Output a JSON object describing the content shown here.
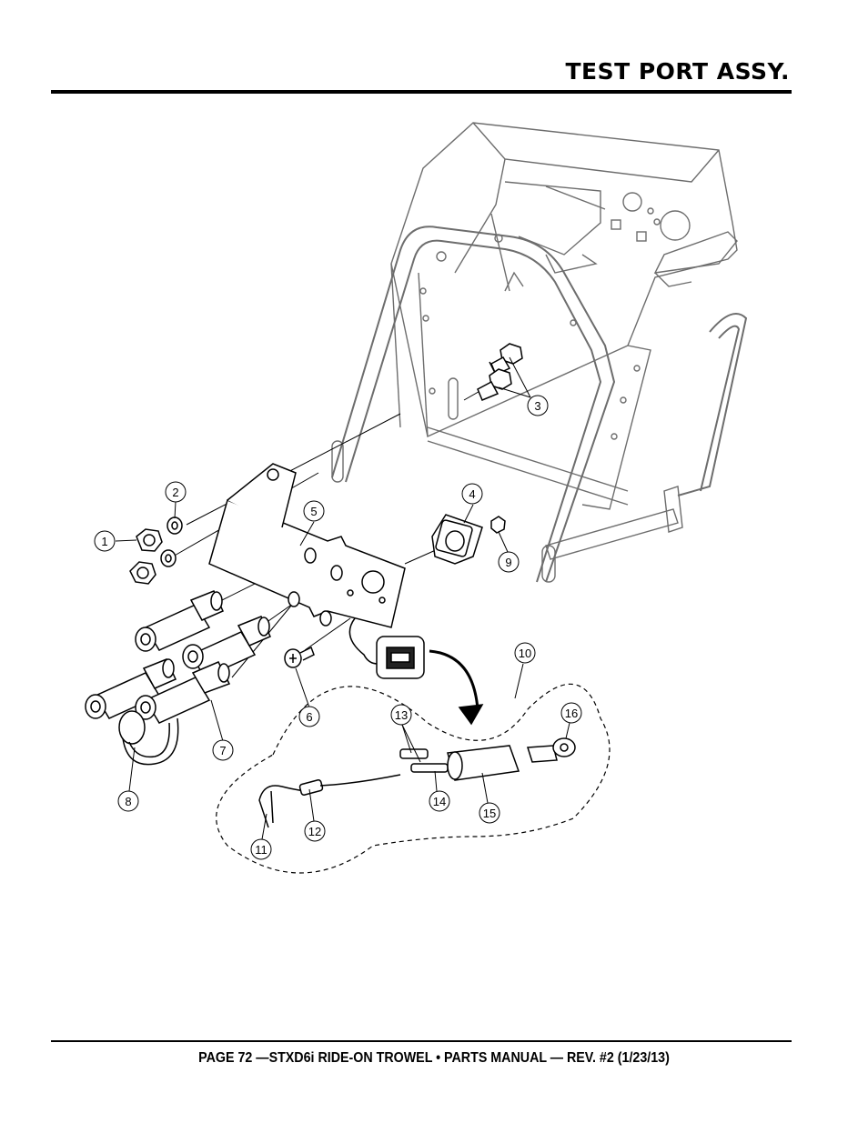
{
  "header": {
    "title": "TEST PORT ASSY."
  },
  "footer": {
    "text": "PAGE 72 —STXD6i RIDE-ON TROWEL • PARTS MANUAL — REV. #2 (1/23/13)"
  },
  "callouts": {
    "c1": "1",
    "c2": "2",
    "c3": "3",
    "c4": "4",
    "c5": "5",
    "c6": "6",
    "c7": "7",
    "c8": "8",
    "c9": "9",
    "c10": "10",
    "c11": "11",
    "c12": "12",
    "c13": "13",
    "c14": "14",
    "c15": "15",
    "c16": "16"
  }
}
